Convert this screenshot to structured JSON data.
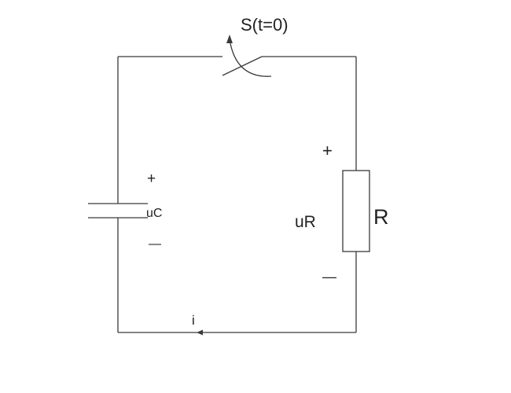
{
  "circuit": {
    "switch_label": "S(t=0)",
    "resistor_label": "R",
    "resistor_voltage_label": "uR",
    "resistor_plus": "+",
    "resistor_minus": "—",
    "capacitor_voltage_label": "uC",
    "capacitor_plus": "+",
    "capacitor_minus": "—",
    "current_label": "i"
  },
  "colors": {
    "wire": "#3a3a3a",
    "text": "#222222",
    "background": "#ffffff"
  }
}
